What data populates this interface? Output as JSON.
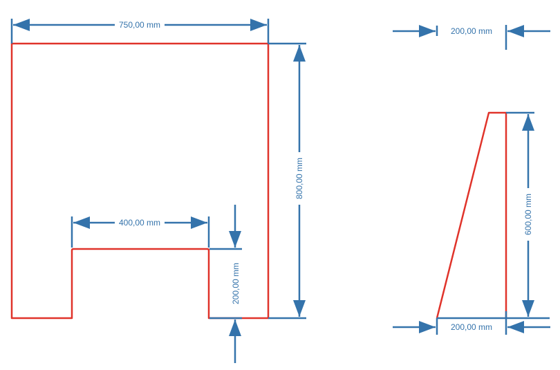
{
  "front_view": {
    "width_label": "750,00 mm",
    "height_label": "800,00 mm",
    "opening_width_label": "400,00 mm",
    "opening_height_label": "200,00 mm"
  },
  "side_view": {
    "top_width_label": "200,00 mm",
    "height_label": "600,00 mm",
    "bottom_width_label": "200,00 mm"
  },
  "colors": {
    "outline": "#e0332a",
    "dimension": "#3473ab"
  }
}
